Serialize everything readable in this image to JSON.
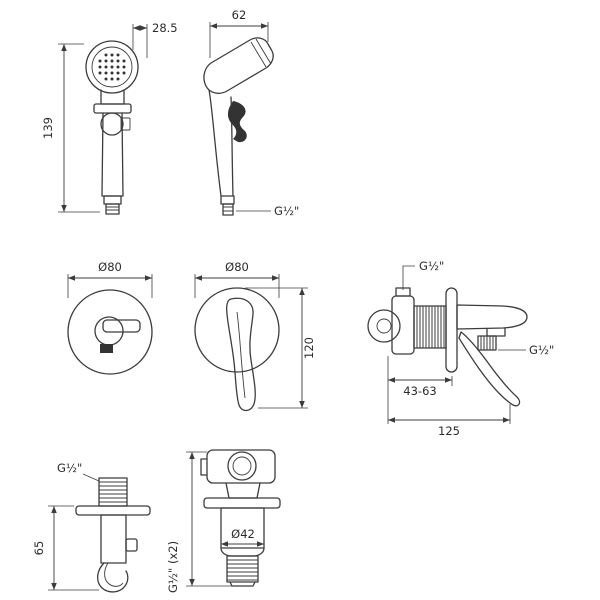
{
  "figures": {
    "handshower_front": {
      "dim_width": "28.5",
      "dim_height": "139"
    },
    "handshower_side": {
      "dim_width": "62",
      "thread": "G½\""
    },
    "round_trim": {
      "diameter": "Ø80"
    },
    "lever_trim": {
      "diameter": "Ø80",
      "dim_height": "120"
    },
    "mixer_side": {
      "thread_top": "G½\"",
      "thread_outlet": "G½\"",
      "dim_depth_range": "43-63",
      "dim_length": "125"
    },
    "wall_holder": {
      "thread": "G½\"",
      "dim_height": "65"
    },
    "wall_elbow": {
      "diameter": "Ø42",
      "thread_note": "G½\" (x2)"
    }
  },
  "colors": {
    "line": "#3c3c3c",
    "background": "#ffffff"
  }
}
